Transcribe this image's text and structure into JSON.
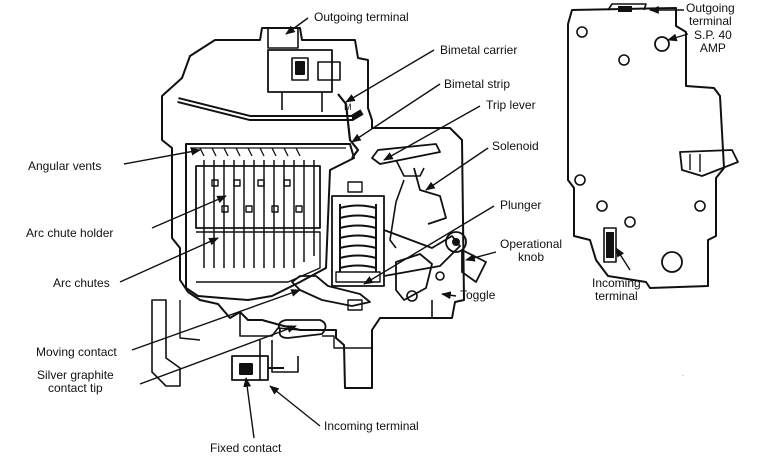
{
  "diagram": {
    "labels": {
      "outgoing_terminal": "Outgoing terminal",
      "bimetal_carrier": "Bimetal carrier",
      "bimetal_strip": "Bimetal strip",
      "trip_lever": "Trip lever",
      "solenoid": "Solenoid",
      "plunger": "Plunger",
      "operational_knob": [
        "Operational",
        "knob"
      ],
      "toggle": "Toggle",
      "angular_vents": "Angular vents",
      "arc_chute_holder": "Arc chute holder",
      "arc_chutes": "Arc chutes",
      "moving_contact": "Moving contact",
      "silver_graphite_contact_tip": [
        "Silver graphite",
        "contact tip"
      ],
      "incoming_terminal": "Incoming terminal",
      "fixed_contact": "Fixed contact"
    },
    "side_view_labels": {
      "outgoing_terminal": [
        "Outgoing",
        "terminal"
      ],
      "rating": [
        "S.P. 40",
        "AMP"
      ],
      "incoming_terminal": [
        "Incoming",
        "terminal"
      ]
    },
    "colors": {
      "ink": "#111111",
      "paper": "#ffffff",
      "shade": "#cfcfcf"
    }
  }
}
